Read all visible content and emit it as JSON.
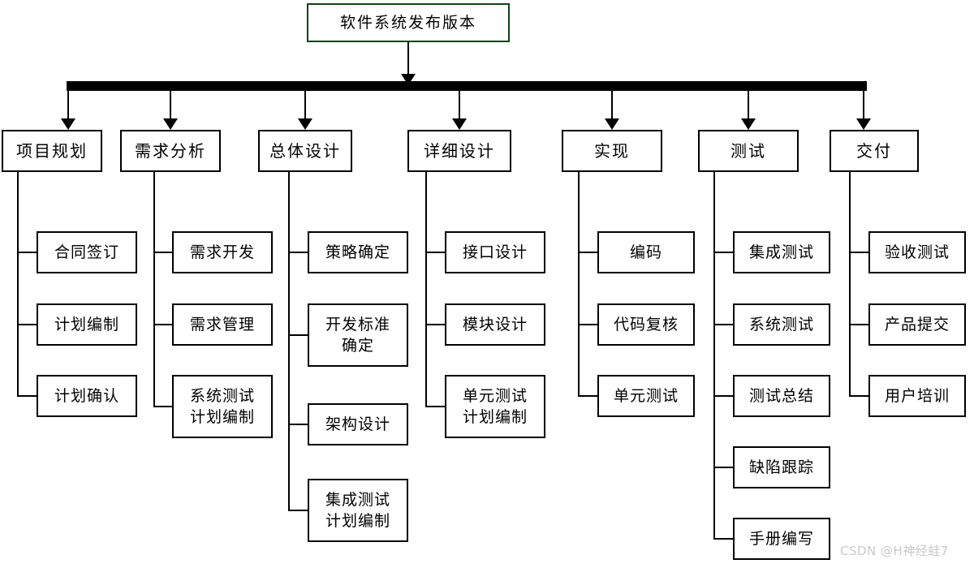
{
  "diagram": {
    "type": "work-breakdown-structure",
    "root": {
      "label": "软件系统发布版本",
      "border_color": "#13421a"
    },
    "bus": {
      "color": "#000000"
    },
    "phases": [
      {
        "label": "项目规划",
        "children": [
          {
            "label": "合同签订"
          },
          {
            "label": "计划编制"
          },
          {
            "label": "计划确认"
          }
        ]
      },
      {
        "label": "需求分析",
        "children": [
          {
            "label": "需求开发"
          },
          {
            "label": "需求管理"
          },
          {
            "label": "系统测试\n计划编制"
          }
        ]
      },
      {
        "label": "总体设计",
        "children": [
          {
            "label": "策略确定"
          },
          {
            "label": "开发标准\n确定"
          },
          {
            "label": "架构设计"
          },
          {
            "label": "集成测试\n计划编制"
          }
        ]
      },
      {
        "label": "详细设计",
        "children": [
          {
            "label": "接口设计"
          },
          {
            "label": "模块设计"
          },
          {
            "label": "单元测试\n计划编制"
          }
        ]
      },
      {
        "label": "实现",
        "children": [
          {
            "label": "编码"
          },
          {
            "label": "代码复核"
          },
          {
            "label": "单元测试"
          }
        ]
      },
      {
        "label": "测试",
        "children": [
          {
            "label": "集成测试"
          },
          {
            "label": "系统测试"
          },
          {
            "label": "测试总结"
          },
          {
            "label": "缺陷跟踪"
          },
          {
            "label": "手册编写"
          }
        ]
      },
      {
        "label": "交付",
        "children": [
          {
            "label": "验收测试"
          },
          {
            "label": "产品提交"
          },
          {
            "label": "用户培训"
          }
        ]
      }
    ]
  },
  "watermark": {
    "text": "CSDN @H神经蛙7"
  }
}
